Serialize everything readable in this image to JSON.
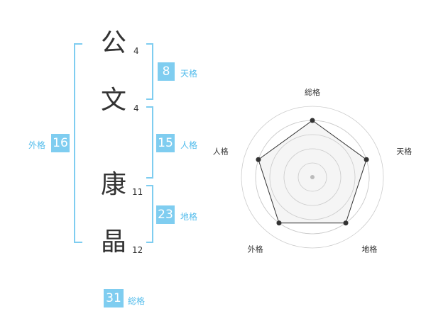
{
  "name_chars": [
    {
      "char": "公",
      "strokes": "4"
    },
    {
      "char": "文",
      "strokes": "4"
    },
    {
      "char": "康",
      "strokes": "11"
    },
    {
      "char": "晶",
      "strokes": "12"
    }
  ],
  "scores": {
    "tenkaku": {
      "value": "8",
      "label": "天格"
    },
    "jinkaku": {
      "value": "15",
      "label": "人格"
    },
    "chikaku": {
      "value": "23",
      "label": "地格"
    },
    "gaikaku": {
      "value": "16",
      "label": "外格"
    },
    "soukaku": {
      "value": "31",
      "label": "総格"
    }
  },
  "chart_data": {
    "type": "radar",
    "axes": [
      "総格",
      "天格",
      "地格",
      "外格",
      "人格"
    ],
    "values": [
      4,
      4,
      4,
      4,
      4
    ],
    "rmax": 5,
    "grid_rings": 5,
    "colors": {
      "fill": "#f2f2f2",
      "line": "#333333",
      "grid": "#cccccc",
      "center": "#bbbbbb"
    }
  }
}
